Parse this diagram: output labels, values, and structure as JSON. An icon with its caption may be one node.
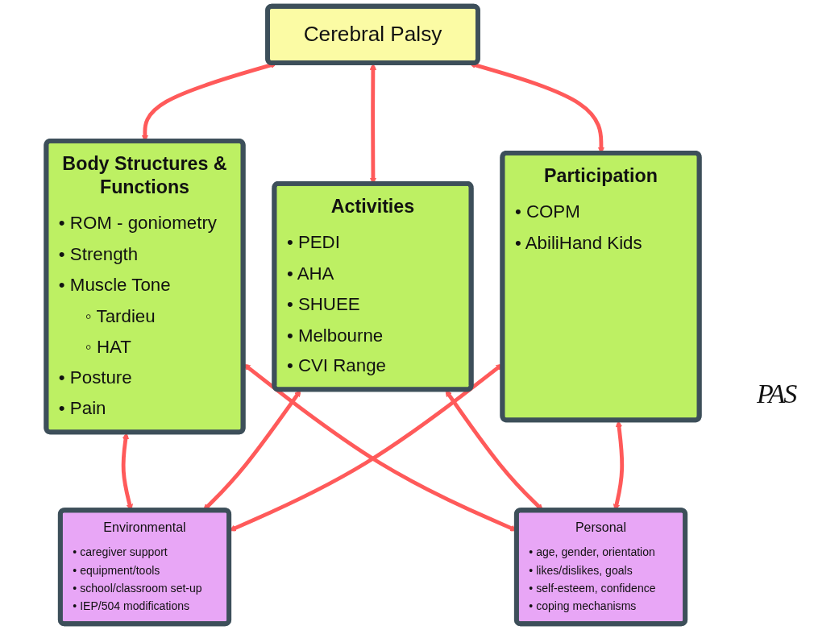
{
  "diagram": {
    "nodes": [
      {
        "text": [
          "Cerebral Palsy"
        ]
      },
      {
        "text": [
          "Body Structures & Functions",
          "• ROM - goniometry",
          "• Strength",
          "• Muscle Tone",
          "◦ Tardieu",
          "◦ HAT",
          "• Posture",
          "• Pain"
        ]
      },
      {
        "text": [
          "Activities",
          "• PEDI",
          "• AHA",
          "• SHUEE",
          "• Melbourne",
          "• CVI Range"
        ]
      },
      {
        "text": [
          "Participation",
          "• COPM",
          "• AbiliHand Kids"
        ]
      },
      {
        "text": [
          "Environmental",
          "• caregiver support",
          "• equipment/tools",
          "• school/classroom set-up",
          "• IEP/504 modifications"
        ]
      },
      {
        "text": [
          "Personal",
          "• age, gender, orientation",
          "• likes/dislikes, goals",
          "• self-esteem, confidence",
          "• coping mechanisms"
        ]
      }
    ],
    "edges": [
      {
        "from": 0,
        "to": 1,
        "arrow": "both"
      },
      {
        "from": 0,
        "to": 2,
        "arrow": "both"
      },
      {
        "from": 0,
        "to": 3,
        "arrow": "both"
      },
      {
        "from": 1,
        "to": 4,
        "arrow": "both"
      },
      {
        "from": 2,
        "to": 4,
        "arrow": "both"
      },
      {
        "from": 3,
        "to": 4,
        "arrow": "both"
      },
      {
        "from": 1,
        "to": 5,
        "arrow": "both"
      },
      {
        "from": 2,
        "to": 5,
        "arrow": "both"
      },
      {
        "from": 3,
        "to": 5,
        "arrow": "both"
      }
    ],
    "labels": [
      "PAS"
    ]
  }
}
